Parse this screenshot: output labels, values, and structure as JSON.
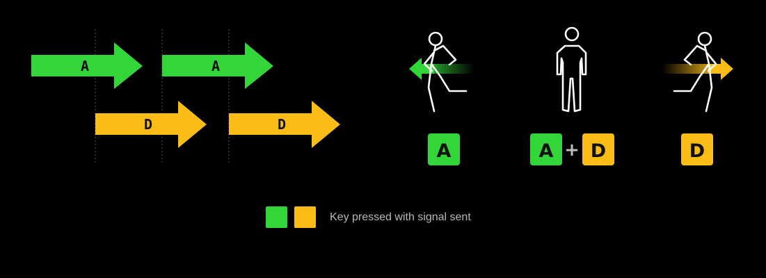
{
  "colors": {
    "green": "#33d639",
    "yellow": "#fcbc16",
    "background": "#000000",
    "guide": "#555555",
    "legend_text": "#b8b8b8"
  },
  "timeline": {
    "arrows": [
      {
        "key": "A",
        "color": "green",
        "row": 1,
        "label": "A"
      },
      {
        "key": "A",
        "color": "green",
        "row": 1,
        "label": "A"
      },
      {
        "key": "D",
        "color": "yellow",
        "row": 2,
        "label": "D"
      },
      {
        "key": "D",
        "color": "yellow",
        "row": 2,
        "label": "D"
      }
    ]
  },
  "states": [
    {
      "figure": "running-left",
      "trail": "left",
      "trail_color": "green",
      "keys": [
        "A"
      ]
    },
    {
      "figure": "standing",
      "trail": "none",
      "keys": [
        "A",
        "D"
      ],
      "separator": "+"
    },
    {
      "figure": "running-right",
      "trail": "right",
      "trail_color": "yellow",
      "keys": [
        "D"
      ]
    }
  ],
  "key_colors": {
    "A": "green",
    "D": "yellow"
  },
  "legend": {
    "swatches": [
      "green",
      "yellow"
    ],
    "text": "Key pressed with signal sent"
  }
}
